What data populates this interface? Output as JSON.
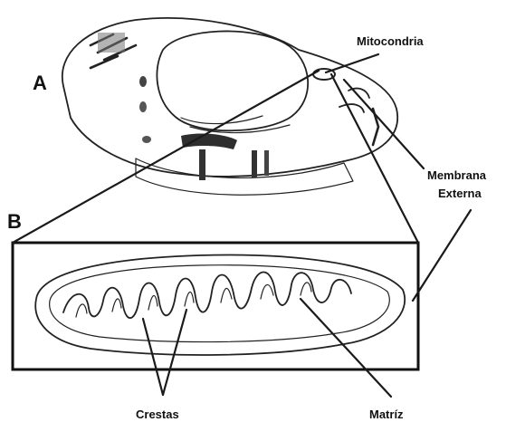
{
  "labels": {
    "panel_a": "A",
    "panel_b": "B",
    "mitocondria": "Mitocondria",
    "membrana_line1": "Membrana",
    "membrana_line2": "Externa",
    "crestas": "Crestas",
    "matriz": "Matríz"
  },
  "colors": {
    "ink": "#222222",
    "background": "#ffffff",
    "frame": "#111111",
    "shade": "#3a3a3a"
  }
}
